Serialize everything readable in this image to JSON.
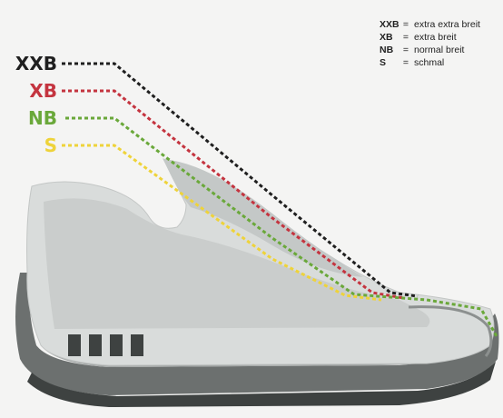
{
  "labels": [
    {
      "key": "xxb",
      "text": "XXB",
      "color": "#1f1f1f"
    },
    {
      "key": "xb",
      "text": "XB",
      "color": "#c4343f"
    },
    {
      "key": "nb",
      "text": "NB",
      "color": "#6aa83a"
    },
    {
      "key": "s",
      "text": "S",
      "color": "#eed33a"
    }
  ],
  "legend": [
    {
      "abbr": "XXB",
      "eq": "=",
      "desc": "extra extra breit"
    },
    {
      "abbr": "XB",
      "eq": "=",
      "desc": "extra breit"
    },
    {
      "abbr": "NB",
      "eq": "=",
      "desc": "normal breit"
    },
    {
      "abbr": "S",
      "eq": "=",
      "desc": "schmal"
    }
  ],
  "colors": {
    "upper": "#d9dcdb",
    "lining": "#bdc1c0",
    "sole_outer": "#6c706f",
    "sole_dark": "#3e4241",
    "midsole": "#a4a8a7",
    "background": "#f4f4f3"
  }
}
